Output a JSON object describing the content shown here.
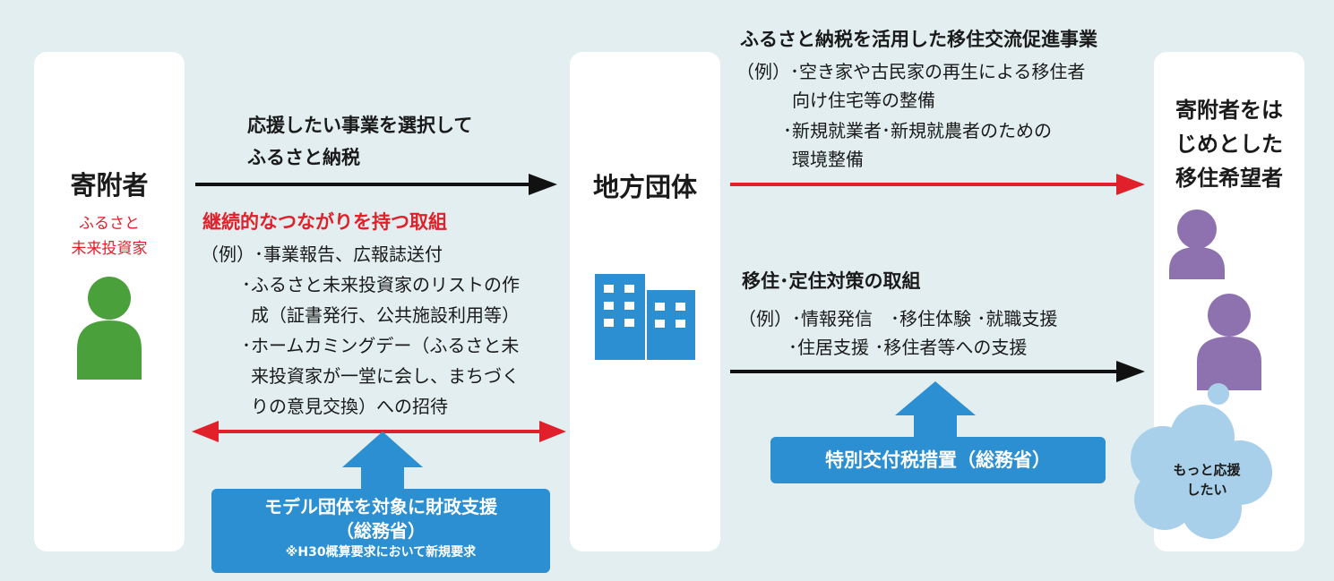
{
  "left": {
    "title": "寄附者",
    "subtitle_lines": [
      "ふるさと",
      "未来投資家"
    ]
  },
  "center": {
    "title": "地方団体"
  },
  "right": {
    "title_lines": [
      "寄附者をは",
      "じめとした",
      "移住希望者"
    ],
    "cloud_lines": [
      "もっと応援",
      "したい"
    ]
  },
  "top_left_label": [
    "応援したい事業を選択して",
    "ふるさと納税"
  ],
  "continuing": {
    "heading": "継続的なつながりを持つ取組",
    "lines": [
      "（例）･事業報告、広報誌送付",
      "･ふるさと未来投資家のリストの作",
      "成（証書発行、公共施設利用等）",
      "･ホームカミングデー（ふるさと未",
      "来投資家が一堂に会し、まちづく",
      "りの意見交換）への招待"
    ]
  },
  "support_box_left": {
    "lines": [
      "モデル団体を対象に財政支援",
      "（総務省）"
    ],
    "note": "※H30概算要求において新規要求"
  },
  "top_right": {
    "heading": "ふるさと納税を活用した移住交流促進事業",
    "lines": [
      "（例）･空き家や古民家の再生による移住者",
      "向け住宅等の整備",
      "･新規就業者･新規就農者のための",
      "環境整備"
    ]
  },
  "bottom_right": {
    "heading": "移住･定住対策の取組",
    "lines": [
      "（例）･情報発信　･移住体験 ･就職支援",
      "･住居支援 ･移住者等への支援"
    ]
  },
  "support_box_right": {
    "label": "特別交付税措置（総務省）"
  },
  "colors": {
    "background": "#e2eeef",
    "red_arrow": "#e0202a",
    "blue_box": "#2b8fd1",
    "person_green": "#4aa03a",
    "person_purple": "#8e72b0",
    "cloud": "#a8d0ea",
    "building": "#2b8fd1"
  }
}
